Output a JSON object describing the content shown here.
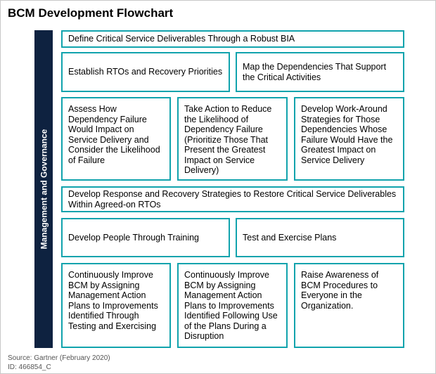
{
  "title": "BCM Development Flowchart",
  "side_label": "Management and Governance",
  "boxes": {
    "define": "Define Critical Service Deliverables Through a Robust BIA",
    "establish": "Establish RTOs and Recovery Priorities",
    "map": "Map the Dependencies That Support the Critical Activities",
    "assess": "Assess How Dependency Failure Would Impact on Service Delivery and Consider the Likelihood of Failure",
    "take_action": "Take Action to Reduce the Likelihood of Dependency Failure (Prioritize Those That Present the Greatest Impact on Service Delivery)",
    "workaround": "Develop Work-Around Strategies for Those Dependencies Whose Failure Would Have the Greatest Impact on Service Delivery",
    "response": "Develop Response and Recovery Strategies to Restore Critical Service Deliverables Within Agreed-on RTOs",
    "people": "Develop People Through Training",
    "test": "Test and Exercise Plans",
    "improve_testing": "Continuously Improve BCM by Assigning Management Action Plans to Improvements Identified Through Testing and Exercising",
    "improve_use": "Continuously Improve BCM by Assigning Management Action Plans to Improvements Identified Following Use of the Plans During a Disruption",
    "awareness": "Raise Awareness of BCM Procedures to Everyone in the Organization."
  },
  "footer": {
    "source": "Source: Gartner (February 2020)",
    "id": "ID: 466854_C"
  }
}
